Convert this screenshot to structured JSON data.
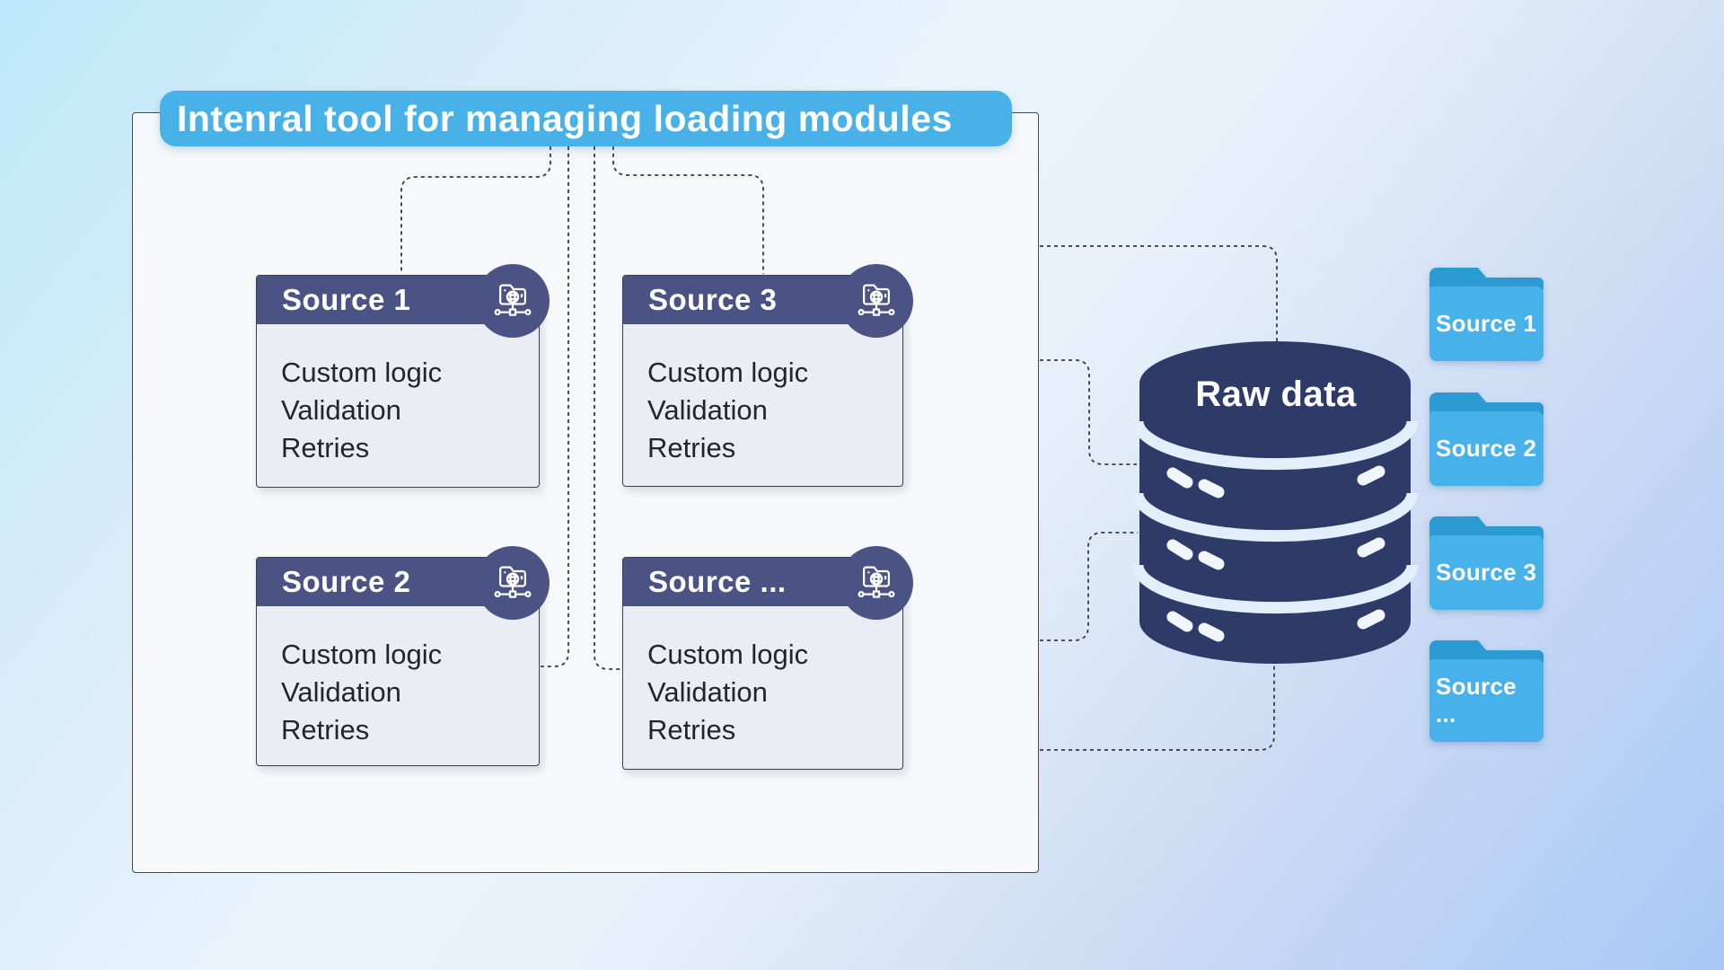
{
  "title": "Intenral tool for managing loading modules",
  "modules": [
    {
      "title": "Source 1",
      "icon": "network-folder-icon",
      "features": [
        "Custom logic",
        "Validation",
        "Retries"
      ]
    },
    {
      "title": "Source 3",
      "icon": "network-folder-icon",
      "features": [
        "Custom logic",
        "Validation",
        "Retries"
      ]
    },
    {
      "title": "Source 2",
      "icon": "network-folder-icon",
      "features": [
        "Custom logic",
        "Validation",
        "Retries"
      ]
    },
    {
      "title": "Source ...",
      "icon": "network-folder-icon",
      "features": [
        "Custom logic",
        "Validation",
        "Retries"
      ]
    }
  ],
  "database": {
    "label": "Raw data",
    "icon": "database-cylinder-icon"
  },
  "output_folders": [
    {
      "label": "Source 1",
      "icon": "folder-icon"
    },
    {
      "label": "Source 2",
      "icon": "folder-icon"
    },
    {
      "label": "Source 3",
      "icon": "folder-icon"
    },
    {
      "label": "Source ...",
      "icon": "folder-icon"
    }
  ],
  "colors": {
    "bg_from": "#bee9fa",
    "bg_to": "#a9c8f6",
    "container_bg": "#f6f8fa",
    "container_border": "#4a4a4a",
    "title_bar": "#47b1e8",
    "module_header": "#4b5384",
    "module_body": "#eaedf4",
    "module_text": "#22252e",
    "database": "#2e3b69",
    "db_gap": "#e3eefb",
    "folder_body": "#47b2e9",
    "folder_tab": "#2d9bd3",
    "connector": "#3a3a3a"
  }
}
